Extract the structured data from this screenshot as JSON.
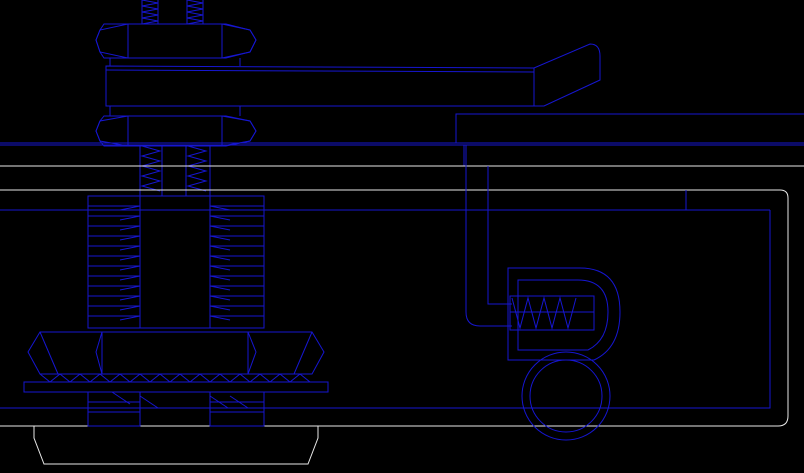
{
  "drawing": {
    "background": "#000000",
    "line_color": "#1616d0",
    "outline_color": "#e8e8e8",
    "parts": [
      "stud-threads-top",
      "top-hex-nut",
      "clamp-lever",
      "lower-hex-nut",
      "mounting-plate",
      "enclosure-top-outline",
      "threaded-bushing",
      "large-hex-nut",
      "washer",
      "spring-hook",
      "coil-spring",
      "ring-eye",
      "foot-pad"
    ]
  }
}
